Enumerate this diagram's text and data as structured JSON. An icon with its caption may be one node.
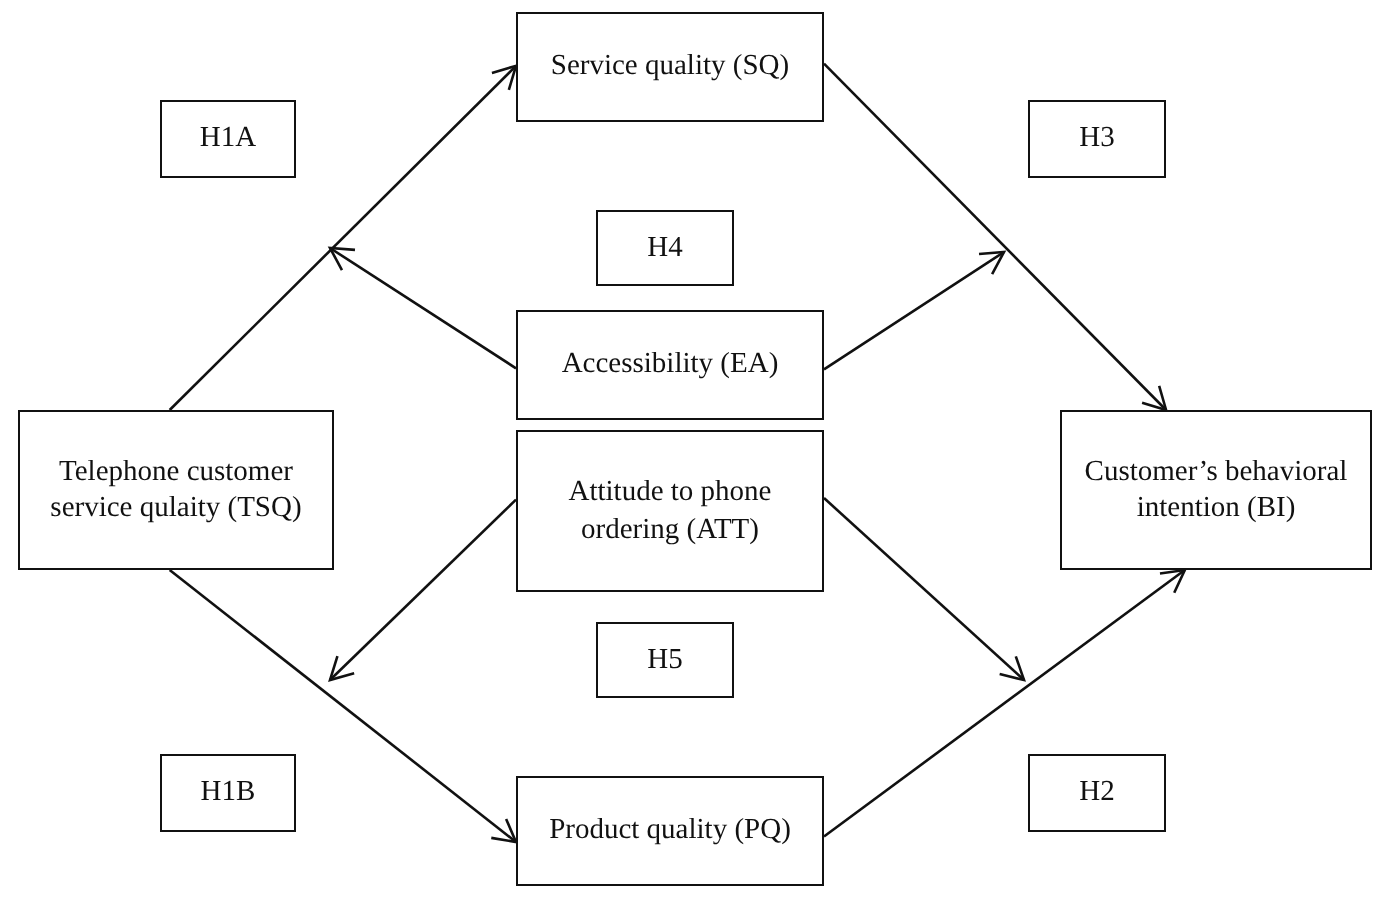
{
  "diagram": {
    "nodes": [
      {
        "text": [
          "H1A"
        ]
      },
      {
        "text": [
          "Service quality (SQ)"
        ]
      },
      {
        "text": [
          "H3"
        ]
      },
      {
        "text": [
          "H4"
        ]
      },
      {
        "text": [
          "Accessibility (EA)"
        ]
      },
      {
        "text": [
          "Telephone customer service qulaity (TSQ)"
        ]
      },
      {
        "text": [
          "Attitude to phone ordering (ATT)"
        ]
      },
      {
        "text": [
          "Customer’s behavioral intention (BI)"
        ]
      },
      {
        "text": [
          "H5"
        ]
      },
      {
        "text": [
          "H1B"
        ]
      },
      {
        "text": [
          "Product quality (PQ)"
        ]
      },
      {
        "text": [
          "H2"
        ]
      }
    ],
    "edges": [
      {
        "from": 5,
        "to": 1,
        "arrow": "to"
      },
      {
        "from": 1,
        "to": 7,
        "arrow": "to"
      },
      {
        "from": 4,
        "to": null,
        "arrow": "to"
      },
      {
        "from": 4,
        "to": null,
        "arrow": "to"
      },
      {
        "from": 6,
        "to": null,
        "arrow": "to"
      },
      {
        "from": 6,
        "to": null,
        "arrow": "to"
      },
      {
        "from": 5,
        "to": 10,
        "arrow": "to"
      },
      {
        "from": 10,
        "to": 7,
        "arrow": "to"
      }
    ]
  }
}
